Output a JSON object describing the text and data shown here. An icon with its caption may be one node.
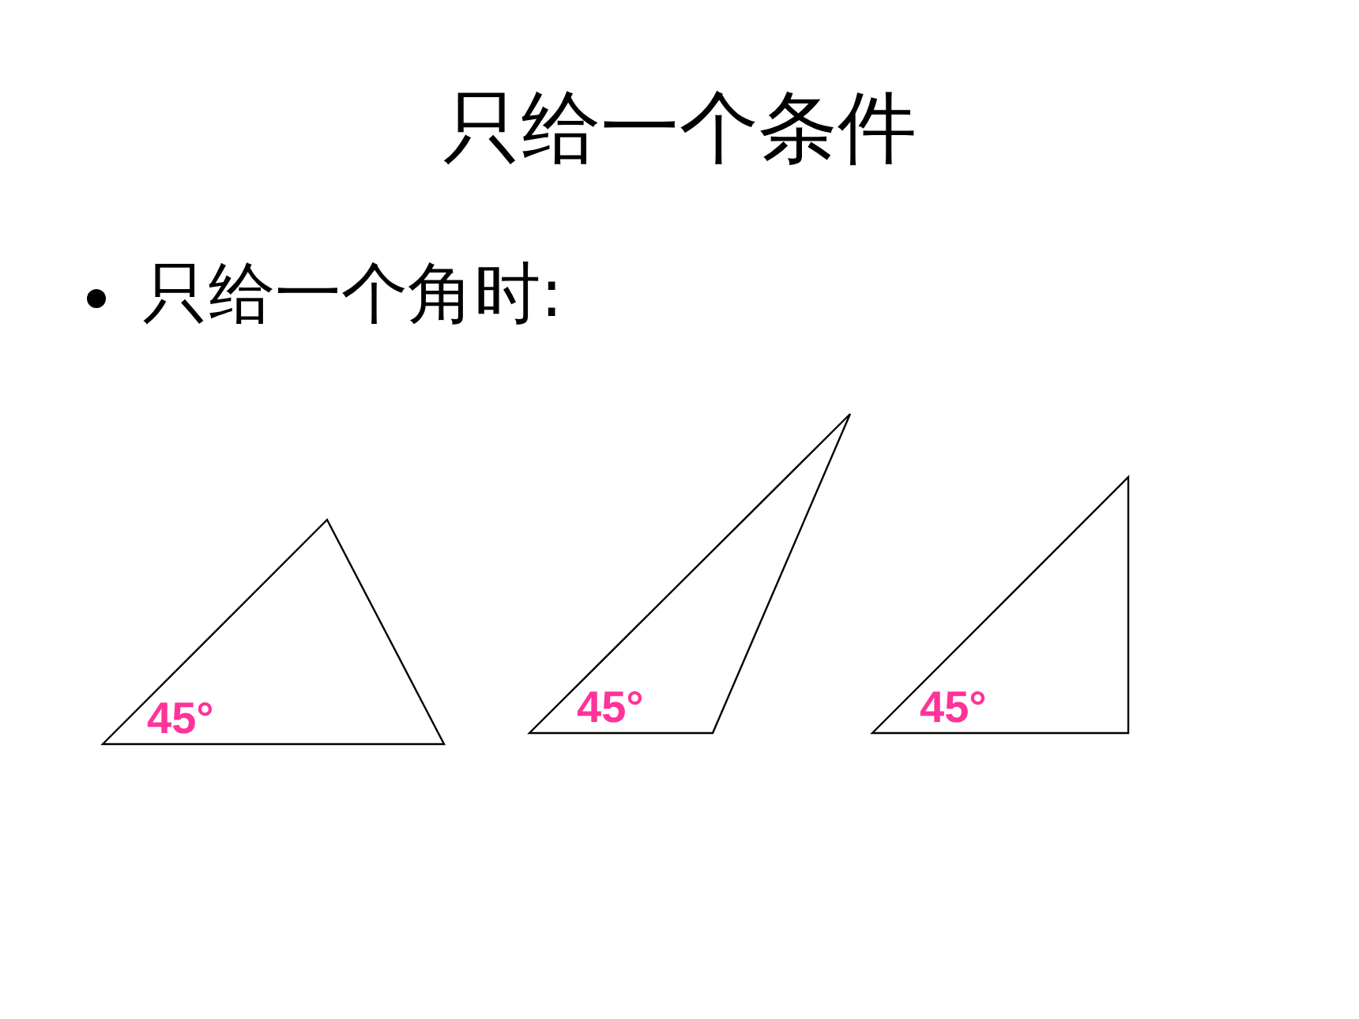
{
  "diagram": {
    "title": "只给一个条件",
    "nodes": [
      {
        "text": [
          "45°"
        ]
      },
      {
        "text": [
          "45°"
        ]
      },
      {
        "text": [
          "45°"
        ]
      }
    ],
    "labels": [
      "只给一个角时:"
    ]
  }
}
